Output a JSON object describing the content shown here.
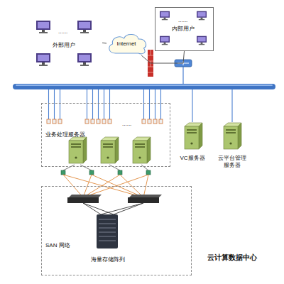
{
  "diagram": {
    "caption": "云计算数据中心",
    "nodes": [
      {
        "text": [
          "外部用户"
        ]
      },
      {
        "text": [
          "Internet"
        ]
      },
      {
        "text": [
          "内部用户"
        ]
      },
      {
        "text": [
          "业务处理服务器"
        ]
      },
      {
        "text": [
          "VC服务器"
        ]
      },
      {
        "text": [
          "云平台管理服务器"
        ]
      },
      {
        "text": [
          "SAN 网络"
        ]
      },
      {
        "text": [
          "海量存储阵列"
        ],
        "in": 6
      }
    ],
    "edges": [
      {
        "from": 0,
        "to": 1,
        "arrow": "none"
      },
      {
        "from": 1,
        "to": 2,
        "arrow": "none"
      }
    ],
    "labels": [
      "......",
      "......",
      "......"
    ]
  }
}
